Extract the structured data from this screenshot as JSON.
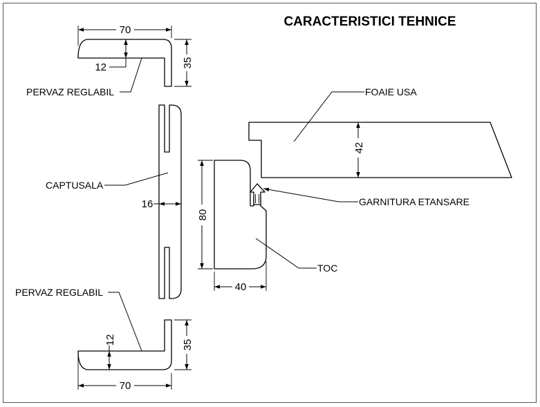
{
  "title": "CARACTERISTICI TEHNICE",
  "parts": {
    "pervaz_top": {
      "label": "PERVAZ REGLABIL",
      "width": "70",
      "height": "35",
      "thickness": "12"
    },
    "captusala": {
      "label": "CAPTUSALA",
      "thickness": "16"
    },
    "pervaz_bottom": {
      "label": "PERVAZ REGLABIL",
      "width": "70",
      "height": "35",
      "thickness": "12"
    },
    "toc": {
      "label": "TOC",
      "height": "80",
      "width": "40"
    },
    "foaie_usa": {
      "label": "FOAIE USA",
      "thickness": "42"
    },
    "garnitura": {
      "label": "GARNITURA ETANSARE"
    }
  }
}
